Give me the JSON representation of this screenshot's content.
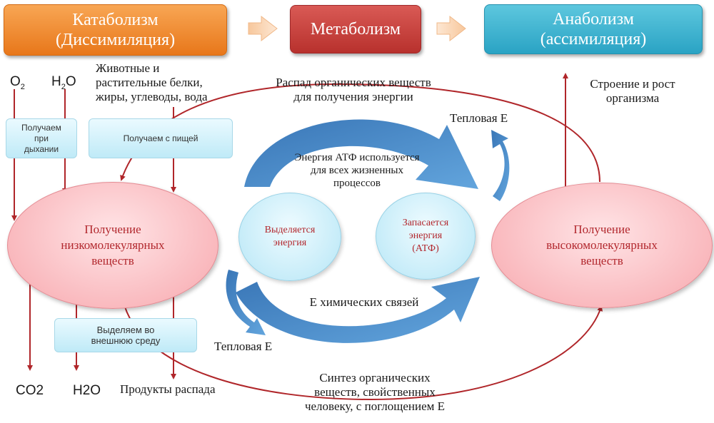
{
  "headers": {
    "catabolism": {
      "line1": "Катаболизм",
      "line2": "(Диссимиляция)"
    },
    "metabolism": "Метаболизм",
    "anabolism": {
      "line1": "Анаболизм",
      "line2": "(ассимиляция)"
    }
  },
  "inputs": {
    "o2_symbol": "O",
    "o2_sub": "2",
    "h2o_symbol": "H",
    "h2o_sub": "2",
    "h2o_end": "O",
    "food_line1": "Животные и",
    "food_line2": "растительные белки,",
    "food_line3": "жиры, углеводы, вода"
  },
  "boxes": {
    "breathing": [
      "Получаем",
      "при",
      "дыхании"
    ],
    "food": "Получаем с пищей",
    "excrete": [
      "Выделяем во",
      "внешнюю среду"
    ]
  },
  "top_text": {
    "line1": "Распад органических веществ",
    "line2": "для получения энергии"
  },
  "growth": {
    "line1": "Строение и рост",
    "line2": "организма"
  },
  "heat_top": "Тепловая Е",
  "heat_bottom": "Тепловая Е",
  "atp_text": {
    "line1": "Энергия АТФ используется",
    "line2": "для всех жизненных",
    "line3": "процессов"
  },
  "chem_bonds": "Е химических связей",
  "ellipses": {
    "low": [
      "Получение",
      "низкомолекулярных",
      "веществ"
    ],
    "high": [
      "Получение",
      "высокомолекулярных",
      "веществ"
    ],
    "release": [
      "Выделяется",
      "энергия"
    ],
    "store": [
      "Запасается",
      "энергия",
      "(АТФ)"
    ]
  },
  "outputs": {
    "co2": "CO2",
    "h2o": "H2O",
    "products": "Продукты распада"
  },
  "synthesis": {
    "line1": "Синтез органических",
    "line2": "веществ, свойственных",
    "line3": "человеку, с поглощением Е"
  },
  "colors": {
    "orange": "#e8771a",
    "red": "#b8312d",
    "blue": "#2aa3c4",
    "arrow_red": "#b0262a",
    "arrow_blue": "#3a7cc0"
  }
}
